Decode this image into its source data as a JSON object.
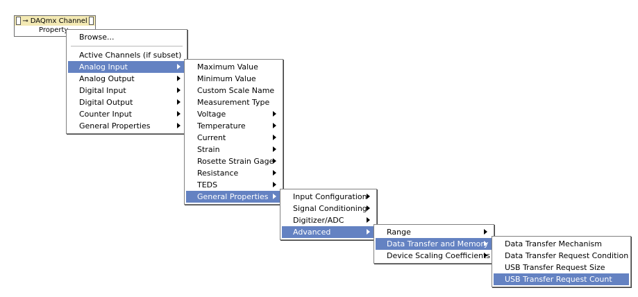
{
  "node": {
    "title": "DAQmx Channel",
    "property_label": "Property"
  },
  "menu1": {
    "top": "Browse...",
    "items": [
      {
        "label": "Active Channels (if subset)",
        "sub": false
      },
      {
        "label": "Analog Input",
        "sub": true,
        "selected": true
      },
      {
        "label": "Analog Output",
        "sub": true
      },
      {
        "label": "Digital Input",
        "sub": true
      },
      {
        "label": "Digital Output",
        "sub": true
      },
      {
        "label": "Counter Input",
        "sub": true
      },
      {
        "label": "General Properties",
        "sub": true
      }
    ]
  },
  "menu2": {
    "items": [
      {
        "label": "Maximum Value",
        "sub": false
      },
      {
        "label": "Minimum Value",
        "sub": false
      },
      {
        "label": "Custom Scale Name",
        "sub": false
      },
      {
        "label": "Measurement Type",
        "sub": false
      },
      {
        "label": "Voltage",
        "sub": true
      },
      {
        "label": "Temperature",
        "sub": true
      },
      {
        "label": "Current",
        "sub": true
      },
      {
        "label": "Strain",
        "sub": true
      },
      {
        "label": "Rosette Strain Gage",
        "sub": true
      },
      {
        "label": "Resistance",
        "sub": true
      },
      {
        "label": "TEDS",
        "sub": true
      },
      {
        "label": "General Properties",
        "sub": true,
        "selected": true
      }
    ]
  },
  "menu3": {
    "items": [
      {
        "label": "Input Configuration",
        "sub": true
      },
      {
        "label": "Signal Conditioning",
        "sub": true
      },
      {
        "label": "Digitizer/ADC",
        "sub": true
      },
      {
        "label": "Advanced",
        "sub": true,
        "selected": true
      }
    ]
  },
  "menu4": {
    "items": [
      {
        "label": "Range",
        "sub": true
      },
      {
        "label": "Data Transfer and Memory",
        "sub": true,
        "selected": true
      },
      {
        "label": "Device Scaling Coefficients",
        "sub": true
      }
    ]
  },
  "menu5": {
    "items": [
      {
        "label": "Data Transfer Mechanism",
        "sub": false
      },
      {
        "label": "Data Transfer Request Condition",
        "sub": false
      },
      {
        "label": "USB Transfer Request Size",
        "sub": false
      },
      {
        "label": "USB Transfer Request Count",
        "sub": false,
        "selected": true
      }
    ]
  },
  "colors": {
    "selection": "#6482c2",
    "node_header": "#f3e9b3"
  }
}
